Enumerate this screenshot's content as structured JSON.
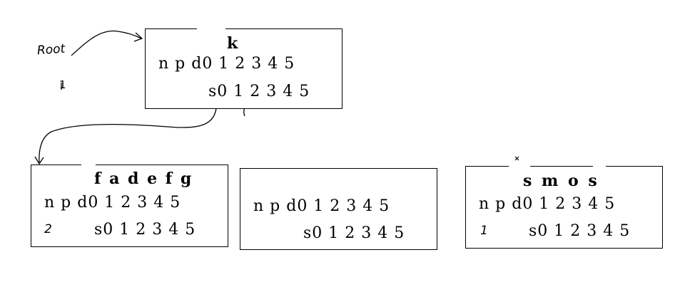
{
  "root": {
    "label": "Root",
    "keys": "k",
    "row1": "n p d0 1 2 3 4 5",
    "row2": "s0 1 2 3 4 5",
    "n_value": "1"
  },
  "children": [
    {
      "keys": "f a d e f g",
      "row1": "n p d0 1 2 3 4 5",
      "row2": "s0 1 2 3 4 5",
      "n_value": "2"
    },
    {
      "keys": "",
      "row1": "n p d0 1 2 3 4 5",
      "row2": "s0 1 2 3 4 5",
      "n_value": ""
    },
    {
      "keys": "s m o s",
      "row1": "n p d0 1 2 3 4 5",
      "row2": "s0 1 2 3 4 5",
      "n_value": "1"
    }
  ],
  "colors": {
    "ink": "#000000",
    "background": "#ffffff"
  }
}
